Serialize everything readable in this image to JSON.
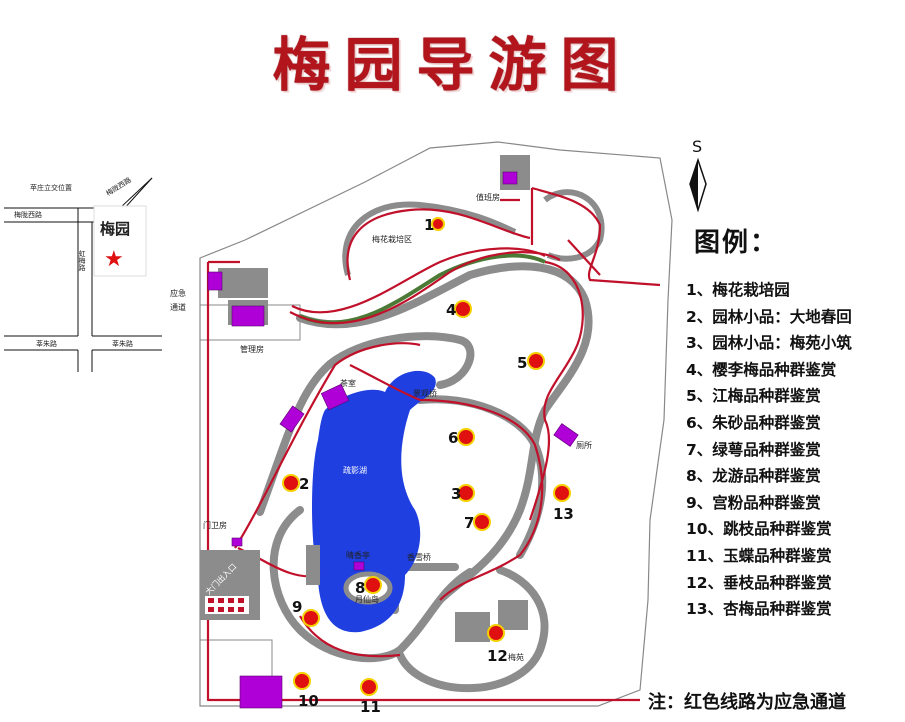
{
  "title": "梅园导游图",
  "compass": {
    "direction_label": "S"
  },
  "legend": {
    "heading": "图例：",
    "items": [
      "1、梅花栽培园",
      "2、园林小品：大地春回",
      "3、园林小品：梅苑小筑",
      "4、樱李梅品种群鉴赏",
      "5、江梅品种群鉴赏",
      "6、朱砂品种群鉴赏",
      "7、绿萼品种群鉴赏",
      "8、龙游品种群鉴赏",
      "9、宫粉品种群鉴赏",
      "10、跳枝品种群鉴赏",
      "11、玉蝶品种群鉴赏",
      "12、垂枝品种群鉴赏",
      "13、杏梅品种群鉴赏"
    ]
  },
  "note": "注：红色线路为应急通道",
  "inset_map": {
    "place": "梅园",
    "road_labels": [
      "苹庄立交位置",
      "梅陇西路",
      "梅陇西路",
      "虹梅路",
      "莘朱路",
      "莘朱路"
    ]
  },
  "map_labels": {
    "emergency_access": [
      "应急",
      "通道"
    ],
    "duty_room": "值班房",
    "cultivation_area": "梅花栽培区",
    "management_room": "管理房",
    "tea_room": "茶室",
    "view_bridge": "景观桥",
    "lake": "疏影湖",
    "toilet": "厕所",
    "guard_room": "门卫房",
    "main_gate": "大门出入口",
    "pavilion": "晴香亭",
    "xiangxue_bridge": "香雪桥",
    "island": "月仙岛",
    "meiyuan": "梅苑"
  },
  "spots": [
    {
      "label": "1"
    },
    {
      "label": "2"
    },
    {
      "label": "3"
    },
    {
      "label": "4"
    },
    {
      "label": "5"
    },
    {
      "label": "6"
    },
    {
      "label": "7"
    },
    {
      "label": "8"
    },
    {
      "label": "9"
    },
    {
      "label": "10"
    },
    {
      "label": "11"
    },
    {
      "label": "12"
    },
    {
      "label": "13"
    }
  ],
  "colors": {
    "title": "#b3151c",
    "emergency_route": "#c0102a",
    "path": "#8c8c8c",
    "lake": "#1f3fe0",
    "spot_fill": "#e01010",
    "spot_ring": "#f5d100",
    "building": "#b000d8",
    "green_path": "#4a7a36"
  }
}
